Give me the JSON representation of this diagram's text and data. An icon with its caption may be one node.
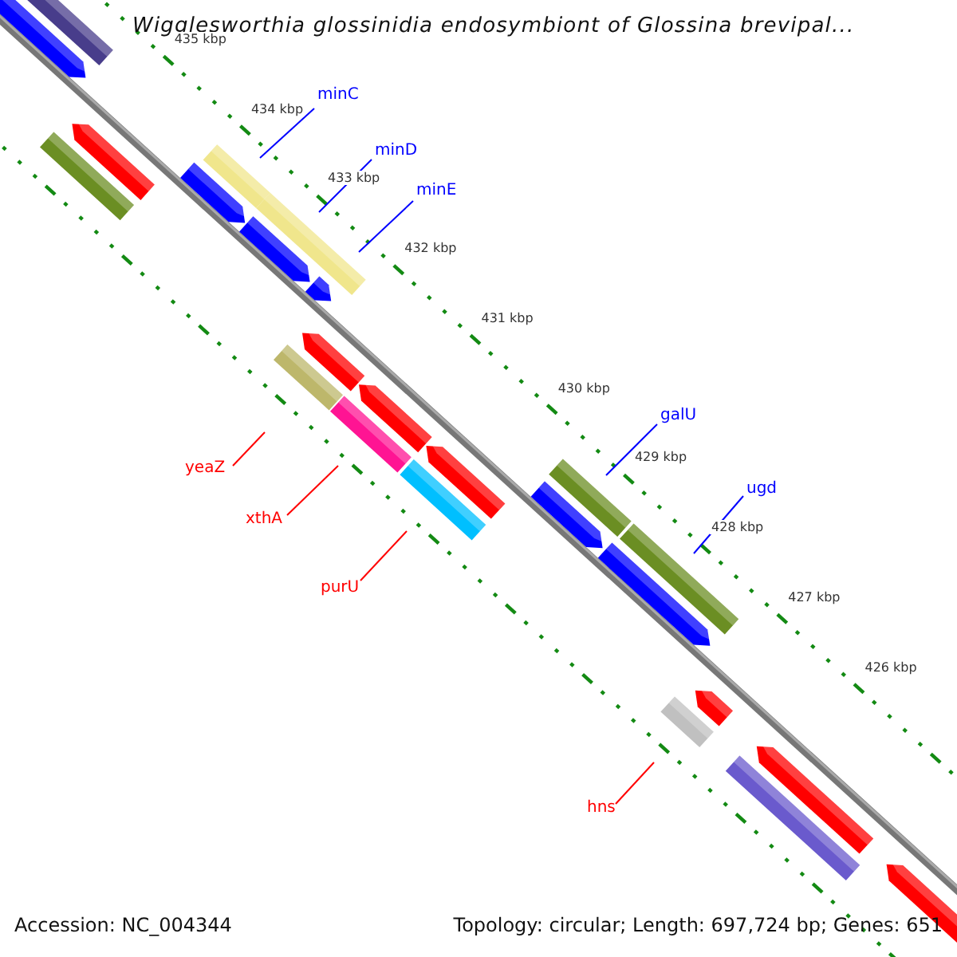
{
  "diagram": {
    "title": "Wigglesworthia glossinidia endosymbiont of Glossina brevipal...",
    "nodes": [
      {
        "text": [
          "minC"
        ]
      },
      {
        "text": [
          "minD"
        ]
      },
      {
        "text": [
          "minE"
        ]
      },
      {
        "text": [
          "galU"
        ]
      },
      {
        "text": [
          "yeaZ"
        ]
      },
      {
        "text": [
          "ugd"
        ]
      },
      {
        "text": [
          "xthA"
        ]
      },
      {
        "text": [
          "purU"
        ]
      },
      {
        "text": [
          "hns"
        ]
      }
    ],
    "edges": [
      {
        "from": 0,
        "to": null,
        "arrow": "none"
      },
      {
        "from": 1,
        "to": null,
        "arrow": "none"
      },
      {
        "from": 2,
        "to": null,
        "arrow": "none"
      },
      {
        "from": 3,
        "to": null,
        "arrow": "none"
      },
      {
        "from": 4,
        "to": null,
        "arrow": "none",
        "color": "#ff0000"
      },
      {
        "from": 5,
        "to": null,
        "arrow": "none"
      },
      {
        "from": 6,
        "to": null,
        "arrow": "none",
        "color": "#ff0000"
      },
      {
        "from": 7,
        "to": null,
        "arrow": "none",
        "color": "#ff0000"
      },
      {
        "from": 8,
        "to": null,
        "arrow": "none",
        "color": "#ff0000"
      }
    ],
    "labels": [
      "435 kbp",
      "434 kbp",
      "433 kbp",
      "432 kbp",
      "431 kbp",
      "430 kbp",
      "429 kbp",
      "428 kbp",
      "427 kbp",
      "426 kbp",
      "Accession: NC_004344",
      "Topology: circular; Length: 697,724 bp; Genes: 651"
    ]
  }
}
